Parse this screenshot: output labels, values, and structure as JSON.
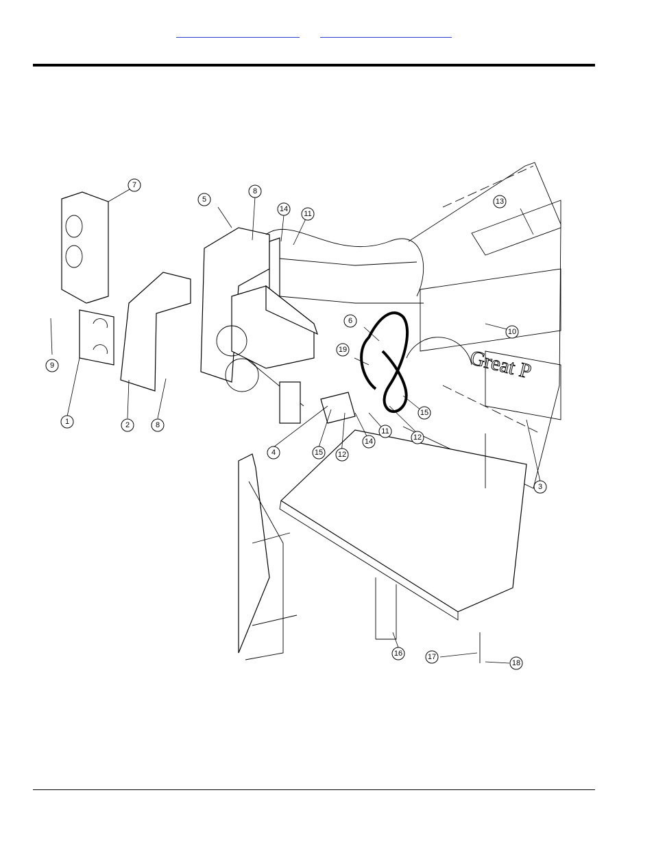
{
  "header": {
    "links": [
      {
        "text": ""
      },
      {
        "text": ""
      }
    ]
  },
  "diagram": {
    "logo_text": "Great P",
    "callouts": [
      "1",
      "2",
      "3",
      "4",
      "5",
      "6",
      "7",
      "8",
      "8",
      "9",
      "10",
      "11",
      "11",
      "12",
      "12",
      "13",
      "14",
      "14",
      "15",
      "15",
      "16",
      "17",
      "18",
      "19"
    ]
  }
}
